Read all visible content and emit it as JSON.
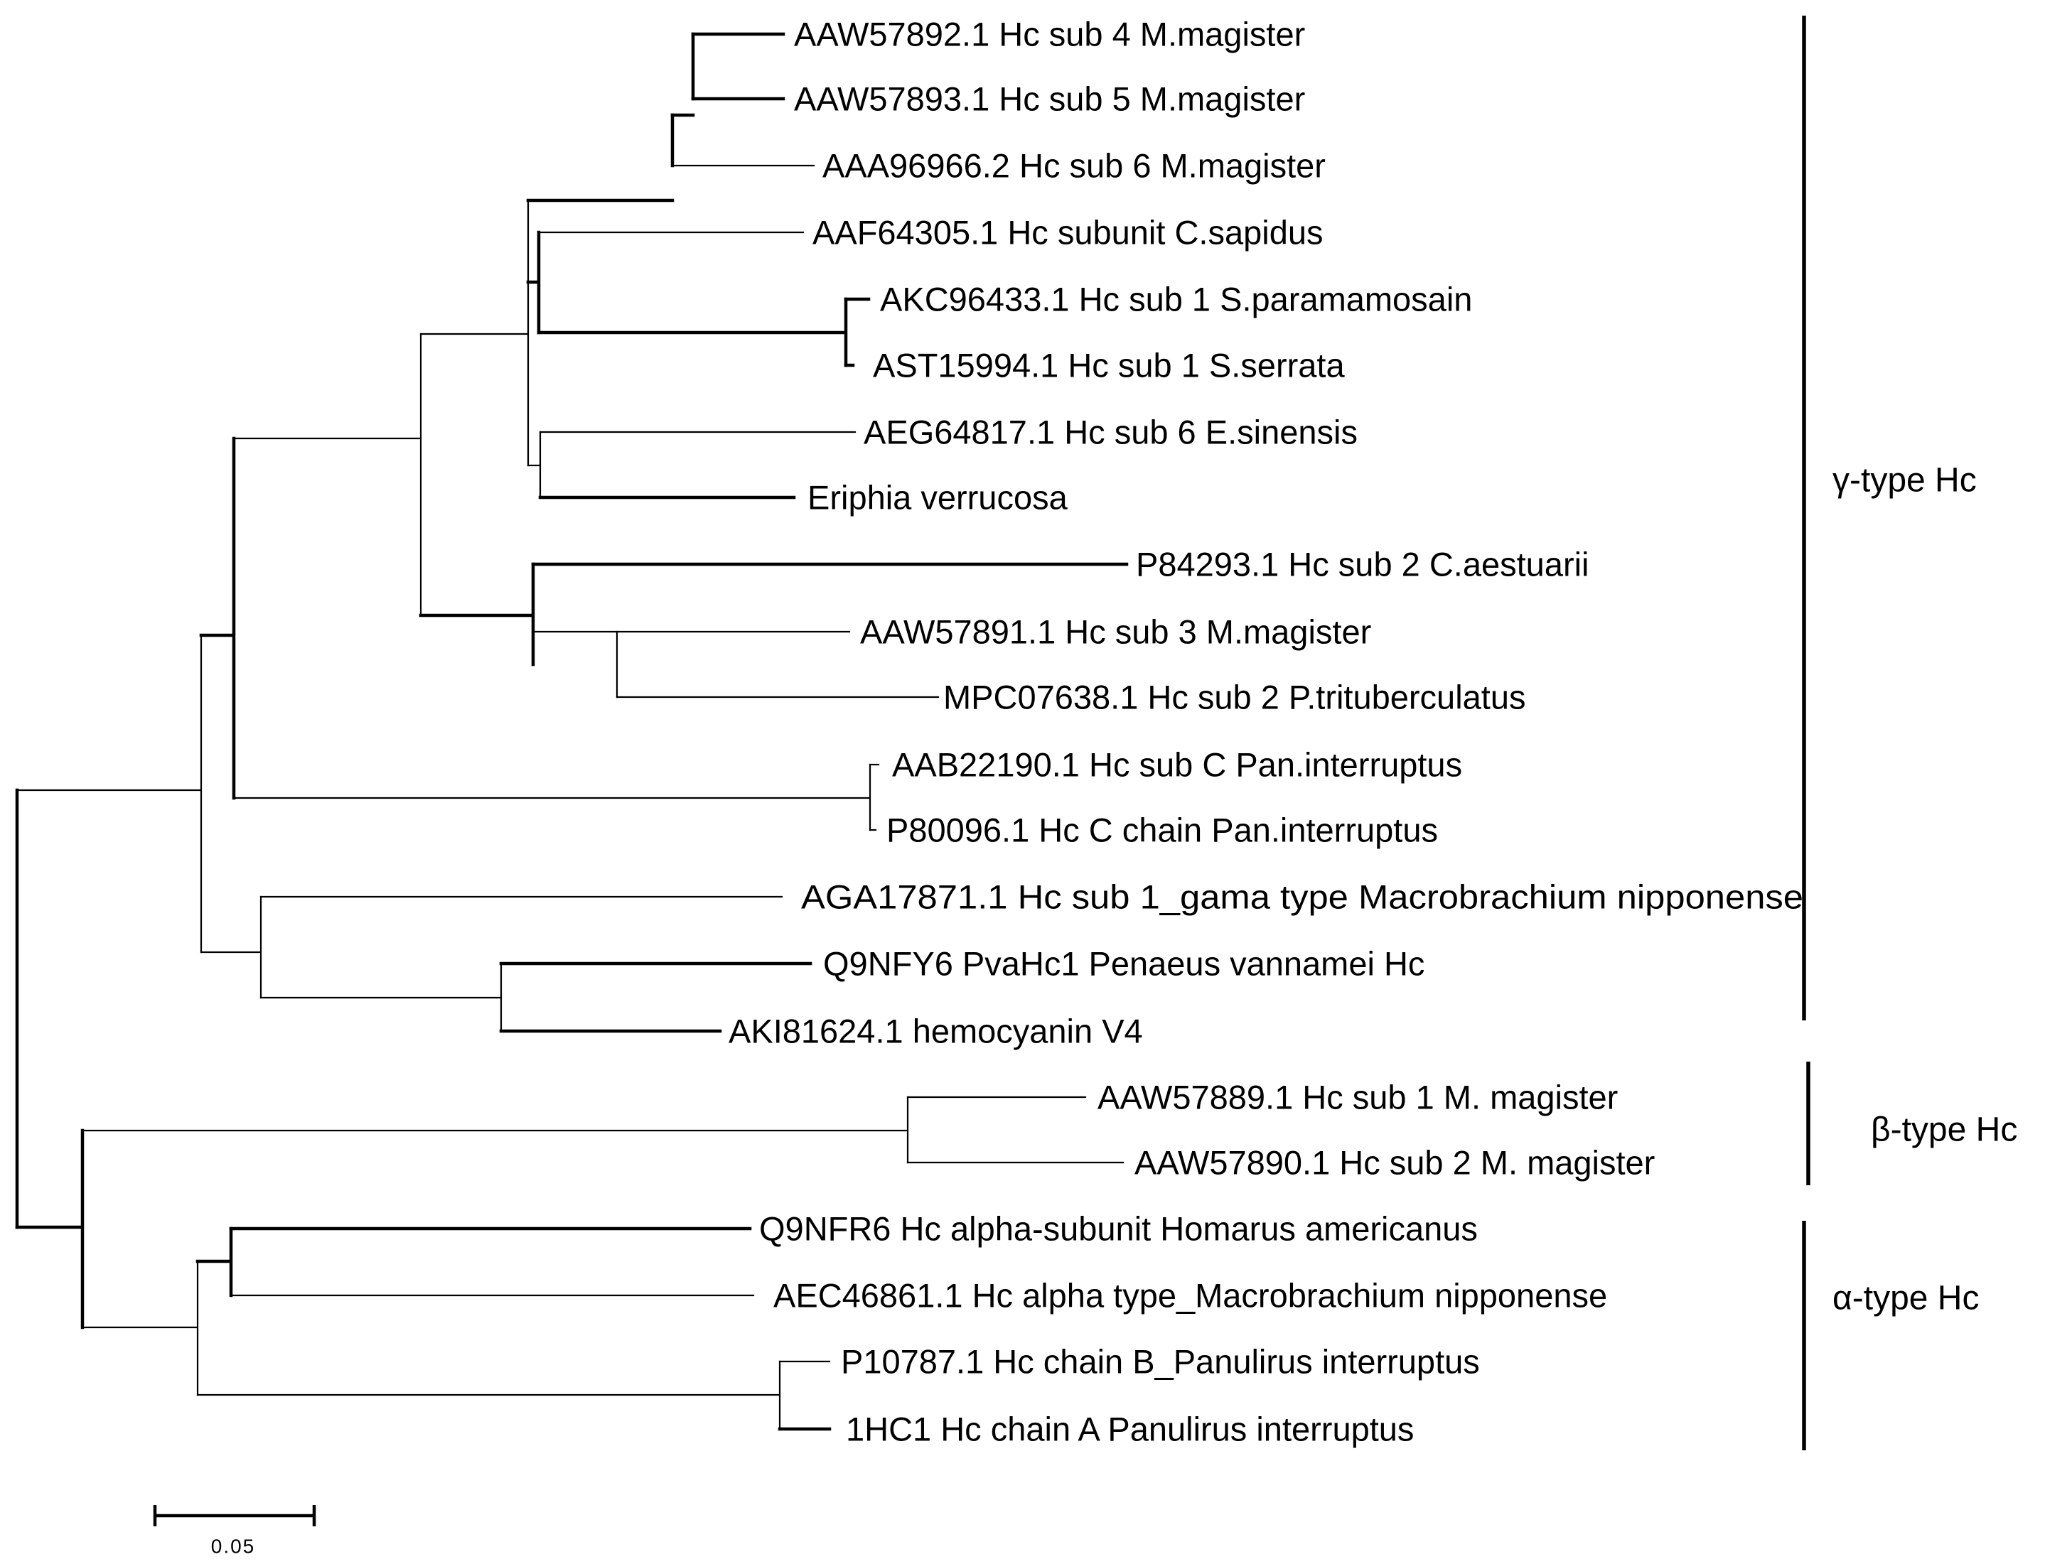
{
  "leaves": [
    "AAW57892.1 Hc sub 4 M.magister",
    "AAW57893.1 Hc sub 5 M.magister",
    "AAA96966.2 Hc sub 6 M.magister",
    "AAF64305.1 Hc subunit C.sapidus",
    "AKC96433.1 Hc sub 1 S.paramamosain",
    "AST15994.1 Hc sub 1 S.serrata",
    "AEG64817.1 Hc sub 6 E.sinensis",
    "Eriphia verrucosa",
    "P84293.1 Hc sub 2 C.aestuarii",
    "AAW57891.1 Hc sub 3 M.magister",
    "MPC07638.1 Hc sub 2 P.trituberculatus",
    "AAB22190.1 Hc sub C Pan.interruptus",
    "P80096.1 Hc C chain Pan.interruptus",
    "AGA17871.1 Hc sub 1_gama type Macrobrachium nipponense",
    "Q9NFY6 PvaHc1 Penaeus vannamei Hc",
    "AKI81624.1 hemocyanin V4",
    "AAW57889.1 Hc sub 1 M. magister",
    "AAW57890.1 Hc sub 2 M. magister",
    "Q9NFR6 Hc alpha-subunit Homarus americanus",
    "AEC46861.1 Hc alpha type_Macrobrachium nipponense",
    "P10787.1 Hc chain B_Panulirus interruptus",
    "1HC1 Hc chain A Panulirus interruptus"
  ],
  "clades": [
    {
      "label": "γ-type Hc"
    },
    {
      "label": "β-type Hc"
    },
    {
      "label": "α-type Hc"
    }
  ],
  "scale_bar": {
    "label": "0.05"
  }
}
